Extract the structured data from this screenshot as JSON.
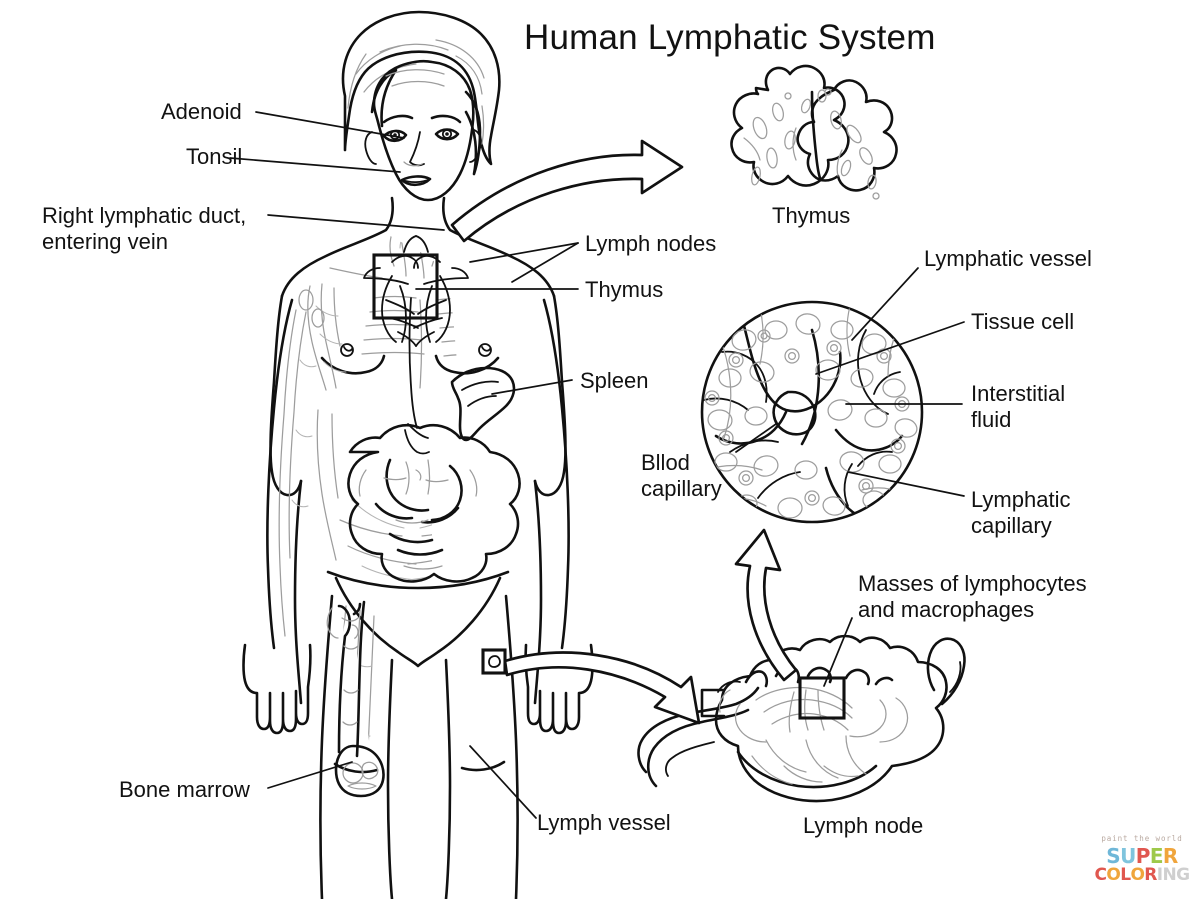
{
  "page": {
    "title": "Human Lymphatic System",
    "background_color": "#ffffff",
    "ink_color": "#111111",
    "faint_ink_color": "#9a9a9a"
  },
  "labels": {
    "adenoid": "Adenoid",
    "tonsil": "Tonsil",
    "right_lymphatic_duct_line1": "Right lymphatic duct,",
    "right_lymphatic_duct_line2": "entering vein",
    "lymph_nodes": "Lymph nodes",
    "thymus_body": "Thymus",
    "spleen": "Spleen",
    "bone_marrow": "Bone marrow",
    "lymph_vessel": "Lymph vessel",
    "thymus_detail": "Thymus",
    "lymphatic_vessel": "Lymphatic vessel",
    "tissue_cell": "Tissue cell",
    "interstitial_fluid_line1": "Interstitial",
    "interstitial_fluid_line2": "fluid",
    "lymphatic_capillary_line1": "Lymphatic",
    "lymphatic_capillary_line2": "capillary",
    "blood_capillary_line1": "Bllod",
    "blood_capillary_line2": "capillary",
    "masses_line1": "Masses of lymphocytes",
    "masses_line2": "and macrophages",
    "lymph_node": "Lymph node"
  },
  "watermark": {
    "tagline": "paint the world",
    "word1": "SUPER",
    "word2": "COLORING",
    "colors": {
      "tagline": "#b9a9a0",
      "s": "#6fb7d8",
      "u": "#7fc4dd",
      "p": "#e0574f",
      "e": "#9ec94a",
      "r": "#f0a53c",
      "c": "#e0574f",
      "o1": "#f0a53c",
      "l": "#e0574f",
      "o2": "#f0a53c",
      "r2": "#e0574f",
      "i": "#cfcfcf",
      "n": "#cfcfcf",
      "g": "#cfcfcf"
    }
  },
  "figures": {
    "body": "female-figure-lymphatic-network",
    "thymus_detail": "thymus-gland-bilobed",
    "tissue_circle": "tissue-capillary-bed-circle",
    "lymph_node": "lymph-node-cross-section"
  },
  "callout_boxes": {
    "chest_box": "thymus-region-box",
    "leg_box": "lymph-vessel-region-box",
    "node_box": "lymphocyte-mass-region-box"
  },
  "arrows": [
    "chest-to-thymus-detail",
    "leg-to-lymph-node",
    "lymph-node-to-tissue-circle"
  ]
}
